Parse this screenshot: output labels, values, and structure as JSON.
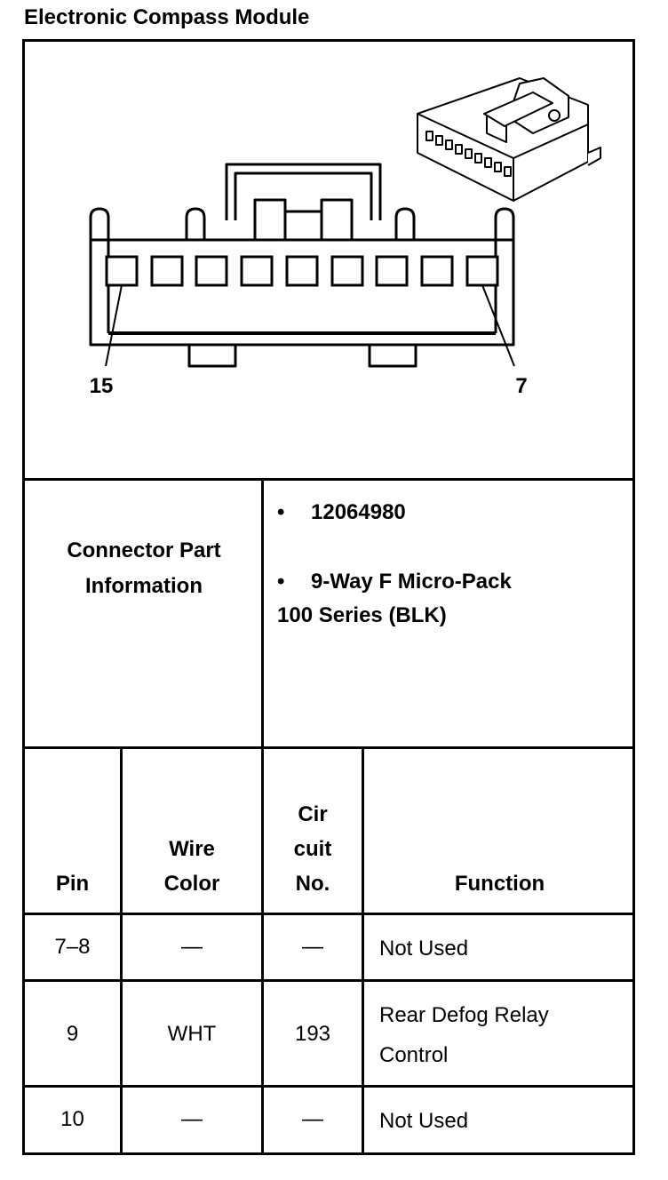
{
  "title": "Electronic Compass Module",
  "pin_labels": {
    "left": "15",
    "right": "7"
  },
  "connector": {
    "label_line1": "Connector Part",
    "label_line2": "Information",
    "bullet": "•",
    "part_number": "12064980",
    "desc_line1": "9-Way F Micro-Pack",
    "desc_line2": "100 Series (BLK)"
  },
  "table": {
    "headers": {
      "pin": "Pin",
      "wire_1": "Wire",
      "wire_2": "Color",
      "circuit_1": "Cir",
      "circuit_2": "cuit",
      "circuit_3": "No.",
      "function": "Function"
    },
    "rows": [
      {
        "pin": "7–8",
        "wire": "—",
        "circuit": "—",
        "function_1": "Not Used",
        "function_2": ""
      },
      {
        "pin": "9",
        "wire": "WHT",
        "circuit": "193",
        "function_1": "Rear Defog Relay",
        "function_2": "Control"
      },
      {
        "pin": "10",
        "wire": "—",
        "circuit": "—",
        "function_1": "Not Used",
        "function_2": ""
      }
    ]
  }
}
